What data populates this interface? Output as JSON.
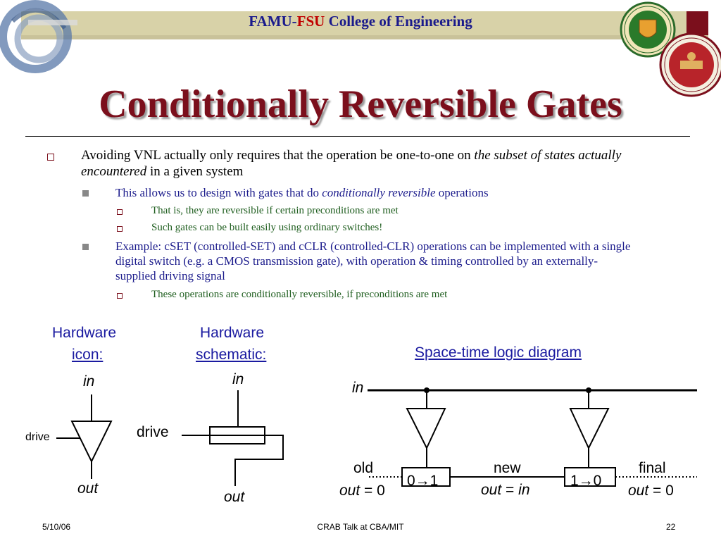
{
  "header": {
    "famu": "FAMU",
    "dash": "-",
    "fsu": "FSU",
    "college": "College of Engineering",
    "colors": {
      "famu": "#1a1a8c",
      "fsu": "#c00000",
      "band": "#d8d2a8",
      "title": "#7b0f1c"
    }
  },
  "title": "Conditionally Reversible Gates",
  "bullets": {
    "b1_pre": "Avoiding VNL actually only requires that the operation be one-to-one on ",
    "b1_italic": "the subset of states actually encountered",
    "b1_post": " in a given system",
    "b2_pre": "This allows us to design with gates that do ",
    "b2_italic": "conditionally reversible",
    "b2_post": " operations",
    "b3": "That is, they are reversible if certain preconditions are met",
    "b4": "Such gates can be built easily using ordinary switches!",
    "b5": "Example: cSET (controlled-SET) and cCLR (controlled-CLR) operations can be implemented with a single digital switch (e.g. a CMOS transmission gate), with operation & timing controlled by an externally-supplied driving signal",
    "b6": "These operations are conditionally reversible, if preconditions are met"
  },
  "diagram": {
    "hw_icon_1": "Hardware",
    "hw_icon_2": "icon:",
    "hw_schem_1": "Hardware",
    "hw_schem_2": "schematic:",
    "spacetime": "Space-time logic diagram",
    "in": "in",
    "out": "out",
    "drive": "drive",
    "old": "old",
    "new": "new",
    "final": "final",
    "eq0": "= 0",
    "eq": "=",
    "zero_to_one": "0→1",
    "one_to_zero": "1→0"
  },
  "footer": {
    "date": "5/10/06",
    "center": "CRAB Talk at CBA/MIT",
    "page": "22"
  },
  "icons": [
    "famu-fsu-swirl-logo",
    "famu-seal-logo",
    "fsu-seal-logo"
  ]
}
